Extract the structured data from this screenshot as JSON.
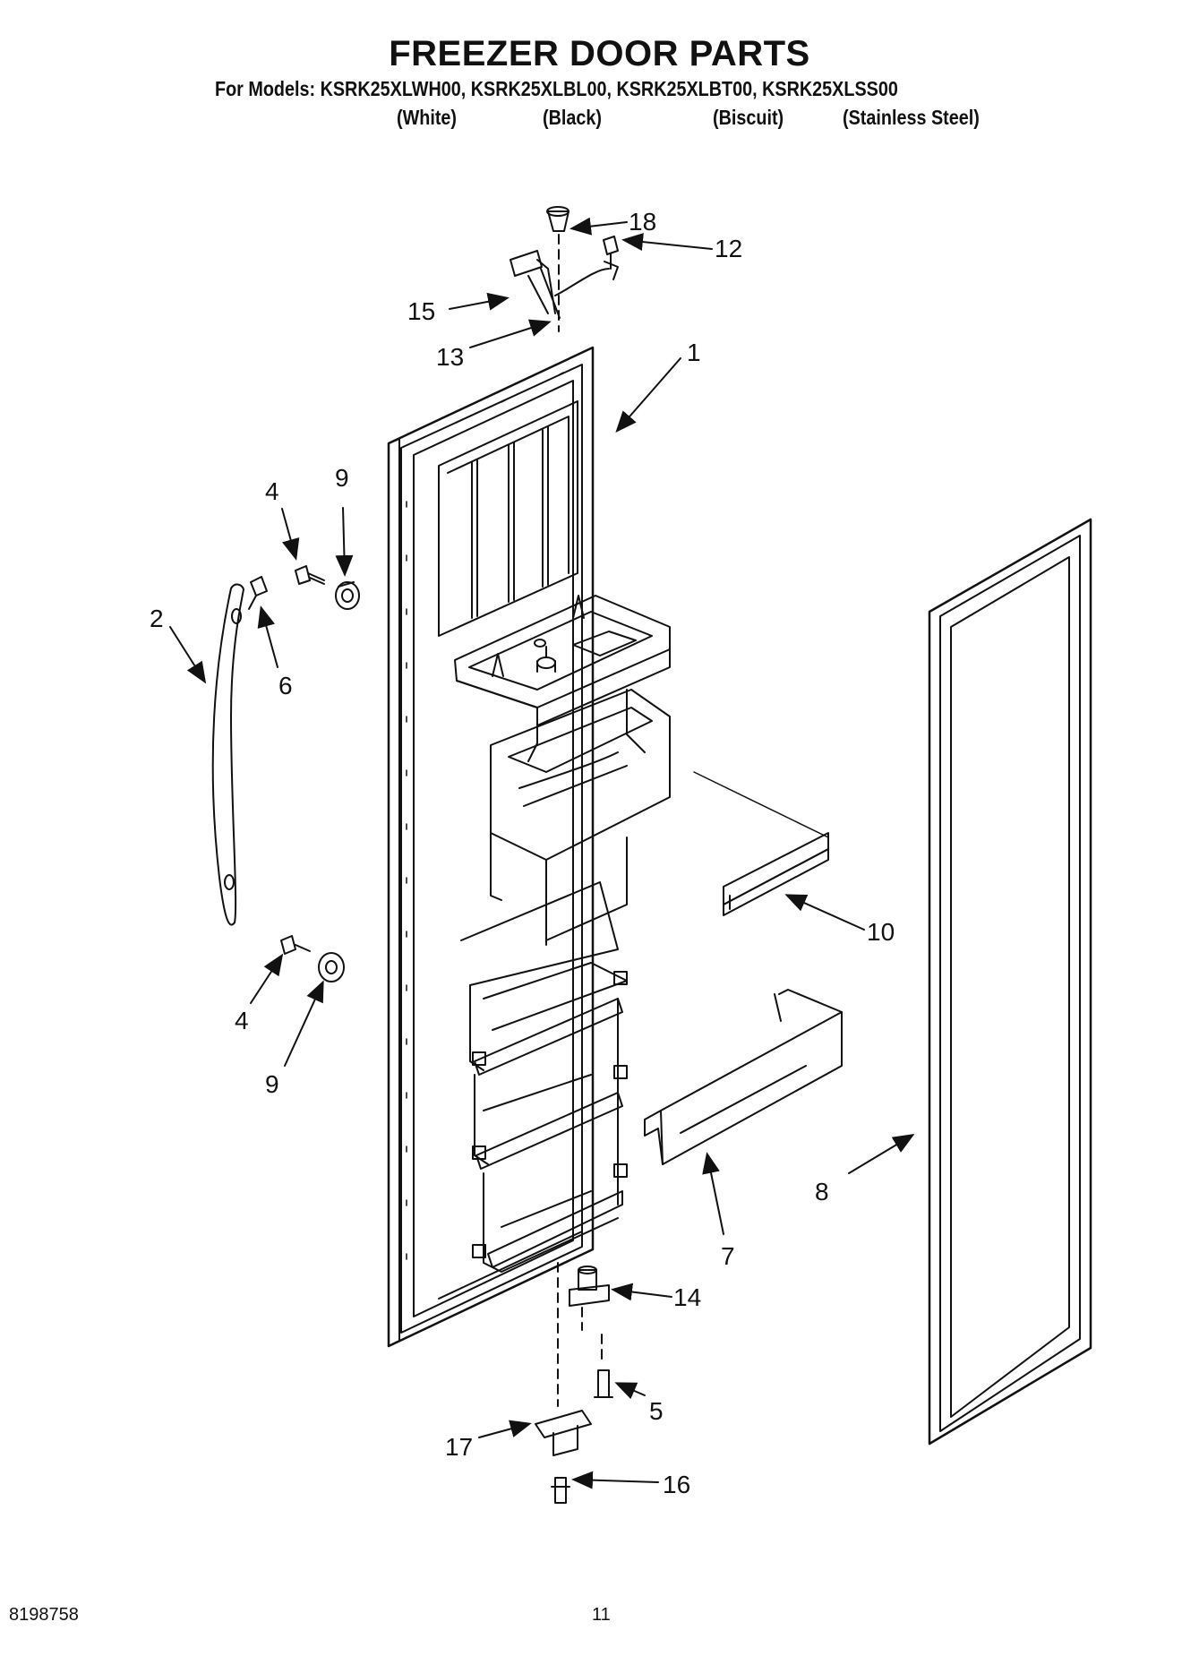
{
  "header": {
    "title": "FREEZER DOOR PARTS",
    "models_line": "For Models: KSRK25XLWH00, KSRK25XLBL00, KSRK25XLBT00, KSRK25XLSS00",
    "colors": [
      "(White)",
      "(Black)",
      "(Biscuit)",
      "(Stainless Steel)"
    ]
  },
  "callouts": [
    "18",
    "12",
    "15",
    "13",
    "1",
    "4",
    "9",
    "2",
    "6",
    "10",
    "4",
    "9",
    "8",
    "7",
    "14",
    "5",
    "17",
    "16"
  ],
  "footer": {
    "doc_number": "8198758",
    "page_number": "11"
  }
}
